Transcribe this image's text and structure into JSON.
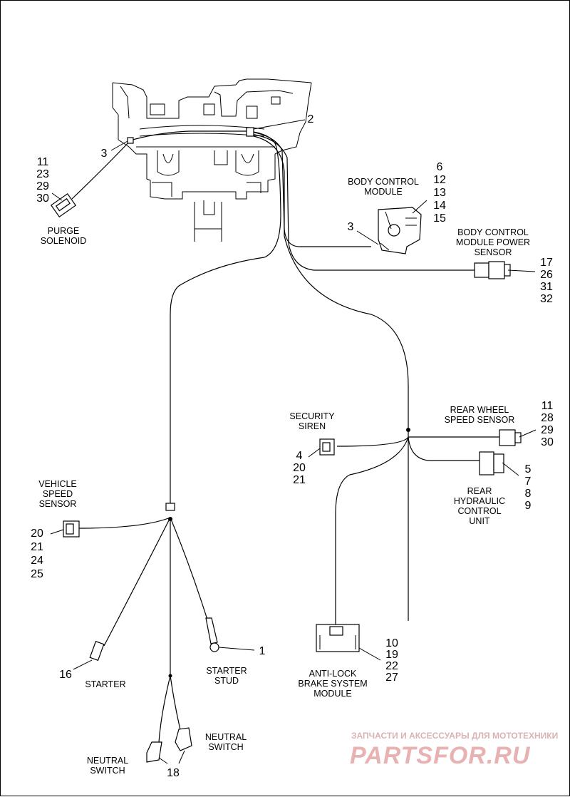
{
  "labels": {
    "purge_solenoid": [
      "PURGE",
      "SOLENOID"
    ],
    "body_control_module": [
      "BODY CONTROL",
      "MODULE"
    ],
    "bcm_power_sensor": [
      "BODY CONTROL",
      "MODULE POWER",
      "SENSOR"
    ],
    "security_siren": [
      "SECURITY",
      "SIREN"
    ],
    "rear_wheel_speed_sensor": [
      "REAR WHEEL",
      "SPEED SENSOR"
    ],
    "rear_hydraulic_control_unit": [
      "REAR",
      "HYDRAULIC",
      "CONTROL",
      "UNIT"
    ],
    "vehicle_speed_sensor": [
      "VEHICLE",
      "SPEED",
      "SENSOR"
    ],
    "starter": [
      "STARTER"
    ],
    "starter_stud": [
      "STARTER",
      "STUD"
    ],
    "abs_module": [
      "ANTI-LOCK",
      "BRAKE SYSTEM",
      "MODULE"
    ],
    "neutral_switch_right": [
      "NEUTRAL",
      "SWITCH"
    ],
    "neutral_switch_left": [
      "NEUTRAL",
      "SWITCH"
    ]
  },
  "callouts": {
    "purge_solenoid": [
      "11",
      "23",
      "29",
      "30"
    ],
    "ground_left": [
      "3"
    ],
    "frame_ground": [
      "2"
    ],
    "body_control_module": [
      "6",
      "12",
      "13",
      "14",
      "15"
    ],
    "bcm_ground": [
      "3"
    ],
    "bcm_power_sensor": [
      "17",
      "26",
      "31",
      "32"
    ],
    "rear_wheel_speed_sensor": [
      "11",
      "28",
      "29",
      "30"
    ],
    "security_siren": [
      "4",
      "20",
      "21"
    ],
    "rear_hydraulic_control_unit": [
      "5",
      "7",
      "8",
      "9"
    ],
    "vehicle_speed_sensor": [
      "20",
      "21",
      "24",
      "25"
    ],
    "starter": [
      "16"
    ],
    "starter_stud": [
      "1"
    ],
    "abs_module": [
      "10",
      "19",
      "22",
      "27"
    ],
    "neutral_switch": [
      "18"
    ]
  },
  "watermark": {
    "line1": "ЗАПЧАСТИ И АКСЕССУАРЫ ДЛЯ МОТОТЕХНИКИ",
    "line2": "PARTSFOR.RU"
  }
}
